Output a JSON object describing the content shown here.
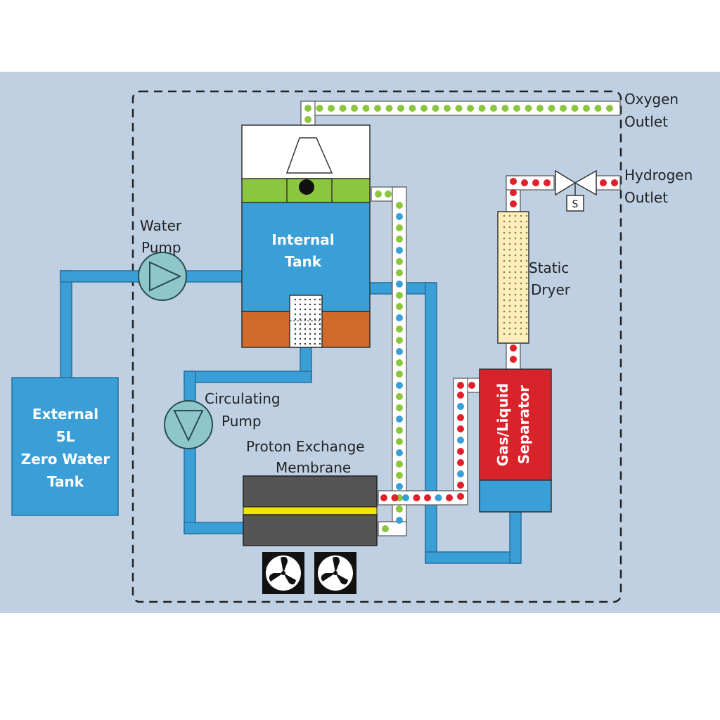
{
  "colors": {
    "background": "#bfd0e3",
    "water": "#3a9fd6",
    "pipe_outline": "#2a6f9a",
    "oxygen_dot": "#8cc63f",
    "hydrogen_dot": "#e0202a",
    "electrode": "#cf6a2a",
    "gasket": "#8cc63f",
    "separator_red": "#d9232b",
    "membrane_dark": "#555555",
    "membrane_yellow": "#f2e600",
    "pump_fill": "#8ec7c9",
    "dryer_fill": "#ffeebb"
  },
  "icons": [
    "water-pump-icon",
    "circulating-pump-icon",
    "valve-icon",
    "solenoid-icon",
    "fan-icon"
  ],
  "labels": {
    "oxygen_outlet": [
      "Oxygen",
      "Outlet"
    ],
    "hydrogen_outlet": [
      "Hydrogen",
      "Outlet"
    ],
    "water_pump": [
      "Water",
      "Pump"
    ],
    "internal_tank": [
      "Internal",
      "Tank"
    ],
    "static_dryer": [
      "Static",
      "Dryer"
    ],
    "circulating_pump": [
      "Circulating",
      "Pump"
    ],
    "pem": [
      "Proton Exchange",
      "Membrane"
    ],
    "external_tank": [
      "External",
      "5L",
      "Zero Water",
      "Tank"
    ],
    "separator": [
      "Gas/Liquid",
      "Separator"
    ],
    "solenoid": "S"
  }
}
